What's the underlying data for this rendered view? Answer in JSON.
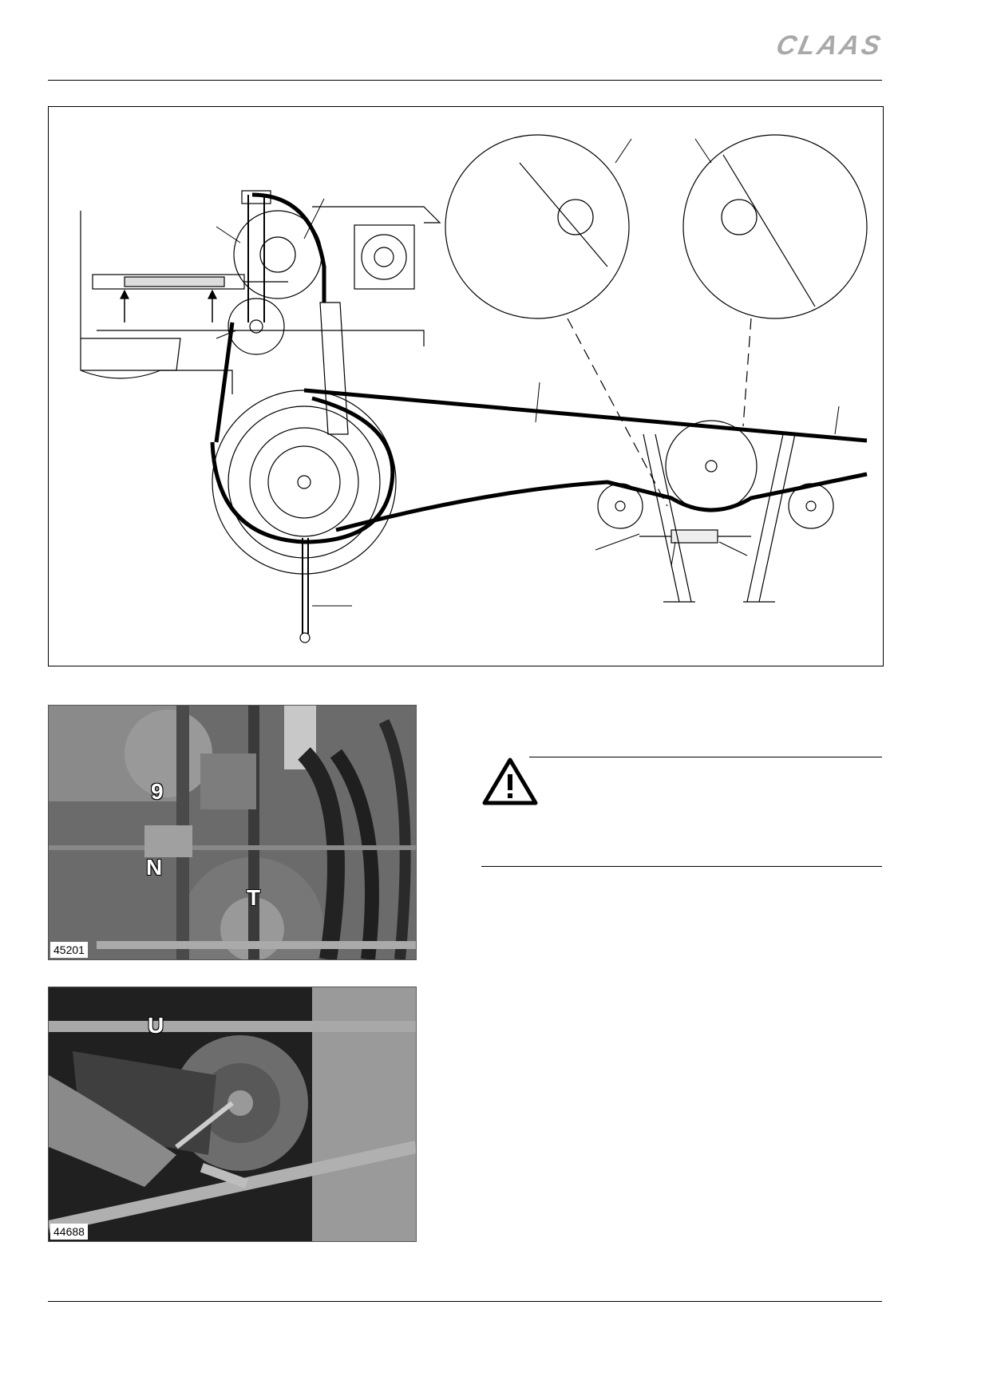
{
  "header": {
    "logo_text": "CLAAS"
  },
  "figure_main": {
    "description_icon": "belt-drive-diagram"
  },
  "photos": [
    {
      "id_text": "45201",
      "labels": [
        "9",
        "N",
        "T"
      ]
    },
    {
      "id_text": "44688",
      "labels": [
        "U"
      ]
    }
  ],
  "warning": {
    "icon": "warning-triangle-icon"
  },
  "colors": {
    "logo": "#a9a9a9",
    "rule": "#000000"
  }
}
